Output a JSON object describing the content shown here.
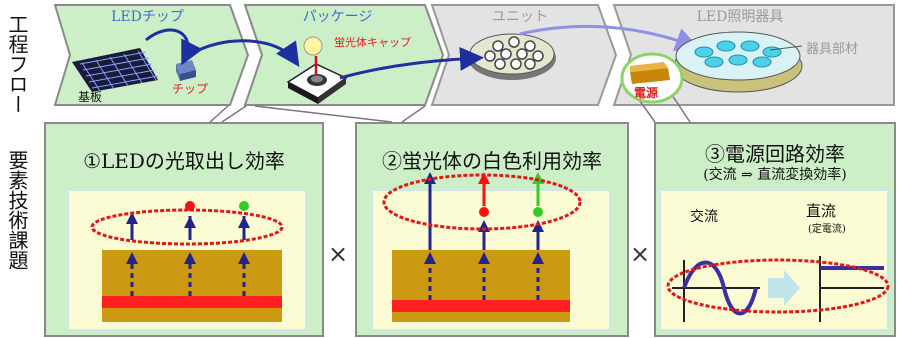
{
  "side_labels": {
    "flow": "工程フロー",
    "issues": "要素技術課題"
  },
  "stages": [
    {
      "title": "LEDチップ",
      "substrate": "基板",
      "chip": "チップ"
    },
    {
      "title": "パッケージ",
      "phosphor_cap": "蛍光体キャップ"
    },
    {
      "title": "ユニット"
    },
    {
      "title": "LED照明器具",
      "fixture_parts": "器具部材",
      "power": "電源"
    }
  ],
  "panels": [
    {
      "title": "①LEDの光取出し効率"
    },
    {
      "title": "②蛍光体の白色利用効率"
    },
    {
      "title": "③電源回路効率",
      "subtitle": "(交流 ⇒ 直流変換効率)",
      "ac": "交流",
      "dc": "直流",
      "dc_note": "(定電流)"
    }
  ],
  "operators": [
    "×",
    "×"
  ],
  "colors": {
    "panel_green": "#ccefc7",
    "stage_gray": "#e3e3e3",
    "title_blue": "#3a6fd2",
    "arrow_navy": "#23238f",
    "ellipse_red": "#e01818",
    "layer_gold": "#cc9a12",
    "bar_red": "#ff2020",
    "dot_red": "#ff1010",
    "dot_green": "#33cc22"
  }
}
